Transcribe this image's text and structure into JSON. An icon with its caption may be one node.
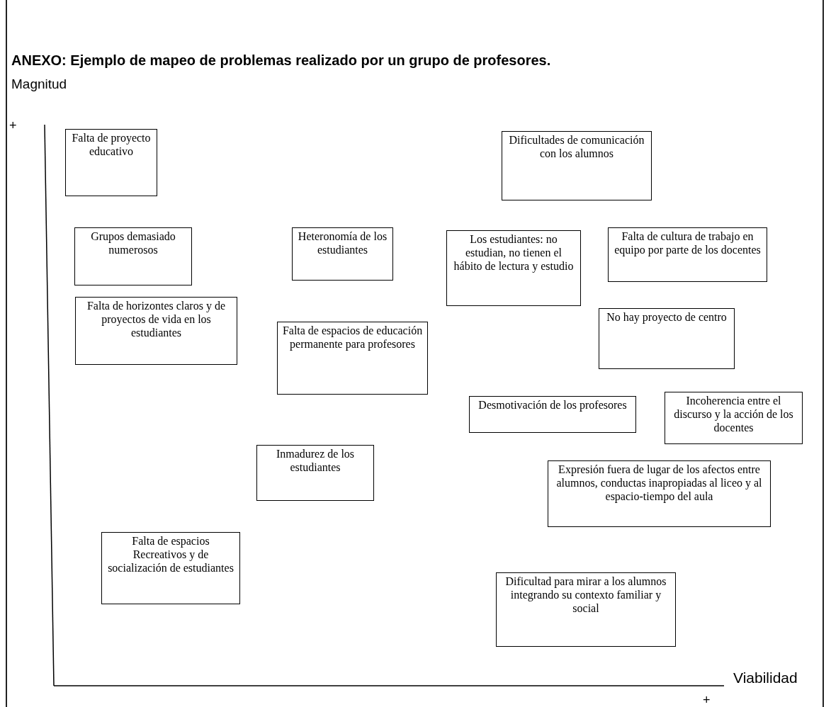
{
  "diagram": {
    "title": "ANEXO: Ejemplo de mapeo de problemas realizado por un grupo de profesores.",
    "nodes": [
      {
        "text": [
          "Falta de proyecto educativo"
        ]
      },
      {
        "text": [
          "Dificultades de comunicación con los alumnos"
        ]
      },
      {
        "text": [
          "Grupos demasiado numerosos"
        ]
      },
      {
        "text": [
          "Heteronomía de los estudiantes"
        ]
      },
      {
        "text": [
          "Los estudiantes: no estudian, no tienen el hábito de lectura y estudio"
        ]
      },
      {
        "text": [
          "Falta de cultura de trabajo en equipo por parte de los docentes"
        ]
      },
      {
        "text": [
          "Falta de horizontes claros y de proyectos de vida en los estudiantes"
        ]
      },
      {
        "text": [
          "Falta de espacios de educación permanente para profesores"
        ]
      },
      {
        "text": [
          "No hay proyecto de centro"
        ]
      },
      {
        "text": [
          "Desmotivación de los profesores"
        ]
      },
      {
        "text": [
          "Incoherencia entre el discurso y la acción de los docentes"
        ]
      },
      {
        "text": [
          "Inmadurez de los estudiantes"
        ]
      },
      {
        "text": [
          "Expresión fuera de lugar de los afectos entre alumnos, conductas inapropiadas al liceo y al espacio-tiempo del aula"
        ]
      },
      {
        "text": [
          "Falta de espacios Recreativos y de socialización de estudiantes"
        ]
      },
      {
        "text": [
          "Dificultad para mirar a los alumnos integrando su contexto familiar y social"
        ]
      }
    ],
    "edges": [],
    "labels": [
      "Magnitud",
      "+",
      "Viabilidad",
      "+"
    ]
  }
}
